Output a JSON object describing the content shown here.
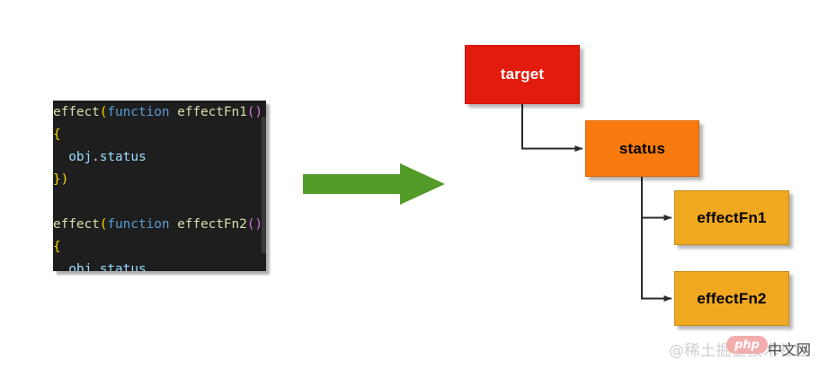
{
  "code_panel": {
    "background_color": "#1e1e1e",
    "lines": [
      [
        {
          "text": "effect",
          "kind": "fn"
        },
        {
          "text": "(",
          "kind": "p1"
        },
        {
          "text": "function",
          "kind": "kw"
        },
        {
          "text": " ",
          "kind": "plain"
        },
        {
          "text": "effectFn1",
          "kind": "fn"
        },
        {
          "text": "(",
          "kind": "p2"
        },
        {
          "text": ")",
          "kind": "p2"
        }
      ],
      [
        {
          "text": "{",
          "kind": "p1"
        }
      ],
      [
        {
          "text": "  ",
          "kind": "plain"
        },
        {
          "text": "obj",
          "kind": "var"
        },
        {
          "text": ".",
          "kind": "plain"
        },
        {
          "text": "status",
          "kind": "var"
        }
      ],
      [
        {
          "text": "}",
          "kind": "p1"
        },
        {
          "text": ")",
          "kind": "p1"
        }
      ],
      [],
      [
        {
          "text": "effect",
          "kind": "fn"
        },
        {
          "text": "(",
          "kind": "p1"
        },
        {
          "text": "function",
          "kind": "kw"
        },
        {
          "text": " ",
          "kind": "plain"
        },
        {
          "text": "effectFn2",
          "kind": "fn"
        },
        {
          "text": "(",
          "kind": "p2"
        },
        {
          "text": ")",
          "kind": "p2"
        }
      ],
      [
        {
          "text": "{",
          "kind": "p1"
        }
      ],
      [
        {
          "text": "  ",
          "kind": "plain"
        },
        {
          "text": "obj",
          "kind": "var"
        },
        {
          "text": ".",
          "kind": "plain"
        },
        {
          "text": "status",
          "kind": "var"
        }
      ],
      [
        {
          "text": "}",
          "kind": "p1"
        },
        {
          "text": ")",
          "kind": "p1"
        }
      ]
    ]
  },
  "flow_arrow": {
    "icon": "right-arrow-icon",
    "color": "#539b28"
  },
  "diagram": {
    "nodes": {
      "target": {
        "label": "target",
        "fill_color": "#e31b0c",
        "text_color": "#ffffff"
      },
      "status": {
        "label": "status",
        "fill_color": "#f97b0f",
        "text_color": "#000000"
      },
      "effect_fn1": {
        "label": "effectFn1",
        "fill_color": "#efa820",
        "text_color": "#000000"
      },
      "effect_fn2": {
        "label": "effectFn2",
        "fill_color": "#efa820",
        "text_color": "#000000"
      }
    },
    "edges": [
      {
        "from": "target",
        "to": "status"
      },
      {
        "from": "status",
        "to": "effect_fn1"
      },
      {
        "from": "status",
        "to": "effect_fn2"
      }
    ],
    "edge_color": "#2b2b2b"
  },
  "watermark": {
    "handle": "@稀土掘金技术社区",
    "logo_text": "php",
    "logo_suffix": "中文网"
  }
}
